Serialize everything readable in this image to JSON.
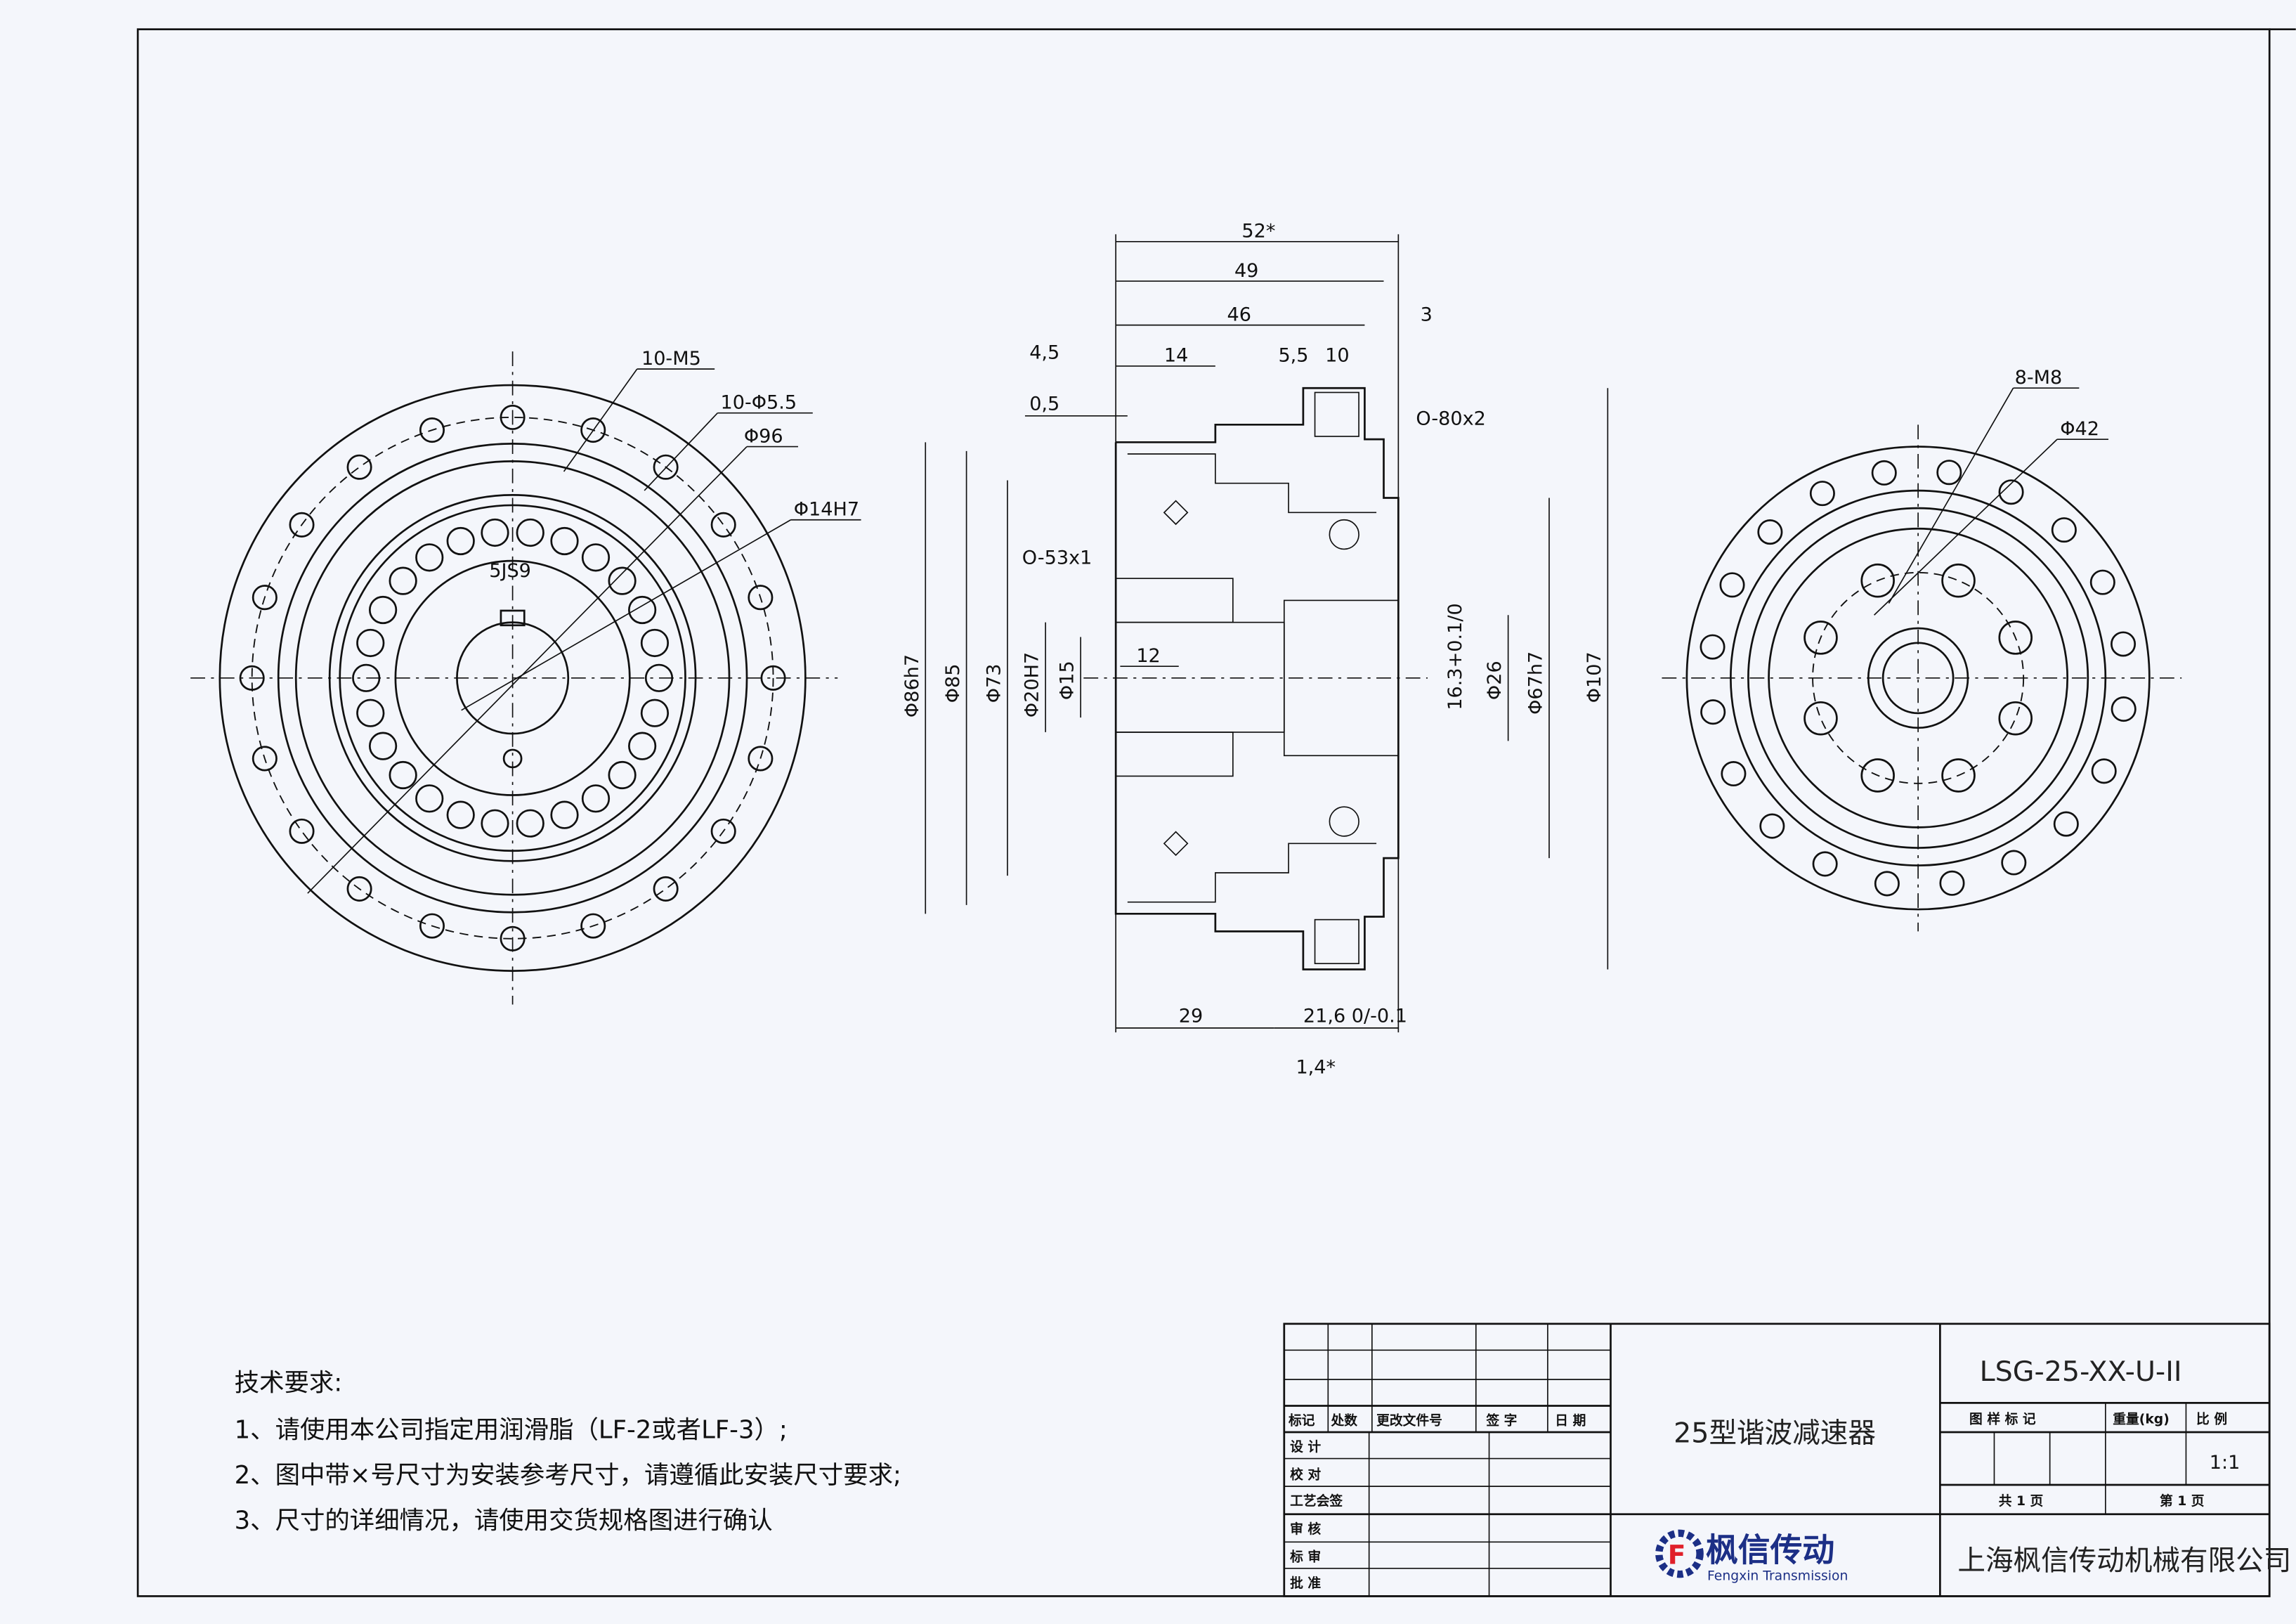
{
  "drawing": {
    "left_view": {
      "labels": [
        "10-M5",
        "10-Φ5.5",
        "Φ96",
        "Φ14H7",
        "5JS9"
      ]
    },
    "section_view": {
      "labels": [
        "52*",
        "49",
        "46",
        "3",
        "4,5",
        "14",
        "5,5",
        "10",
        "0,5",
        "O-80x2",
        "O-53x1",
        "12",
        "Φ86h7",
        "Φ85",
        "Φ73",
        "Φ20H7",
        "Φ15",
        "16.3+0.1/0",
        "Φ26",
        "Φ67h7",
        "Φ107",
        "29",
        "21,6 0/-0.1",
        "1,4*"
      ]
    },
    "right_view": {
      "labels": [
        "8-M8",
        "Φ42"
      ]
    }
  },
  "notes": {
    "title": "技术要求:",
    "items": [
      "1、请使用本公司指定用润滑脂（LF-2或者LF-3）;",
      "2、图中带×号尺寸为安装参考尺寸，请遵循此安装尺寸要求;",
      "3、尺寸的详细情况，请使用交货规格图进行确认"
    ]
  },
  "title_block": {
    "revision_headers": [
      "标记",
      "处数",
      "更改文件号",
      "签 字",
      "日 期"
    ],
    "sign_rows": [
      "设 计",
      "校 对",
      "工艺会签",
      "审 核",
      "标 审",
      "批 准"
    ],
    "product_name": "25型谐波减速器",
    "drawing_number": "LSG-25-XX-U-II",
    "info_headers": [
      "图 样 标 记",
      "重量(kg)",
      "比 例"
    ],
    "scale": "1:1",
    "total_pages": "共 1 页",
    "page": "第 1 页",
    "logo_cn": "枫信传动",
    "logo_en": "Fengxin Transmission",
    "company": "上海枫信传动机械有限公司",
    "colors": {
      "logo_blue": "#1c2f86",
      "logo_red": "#e0202a"
    }
  }
}
